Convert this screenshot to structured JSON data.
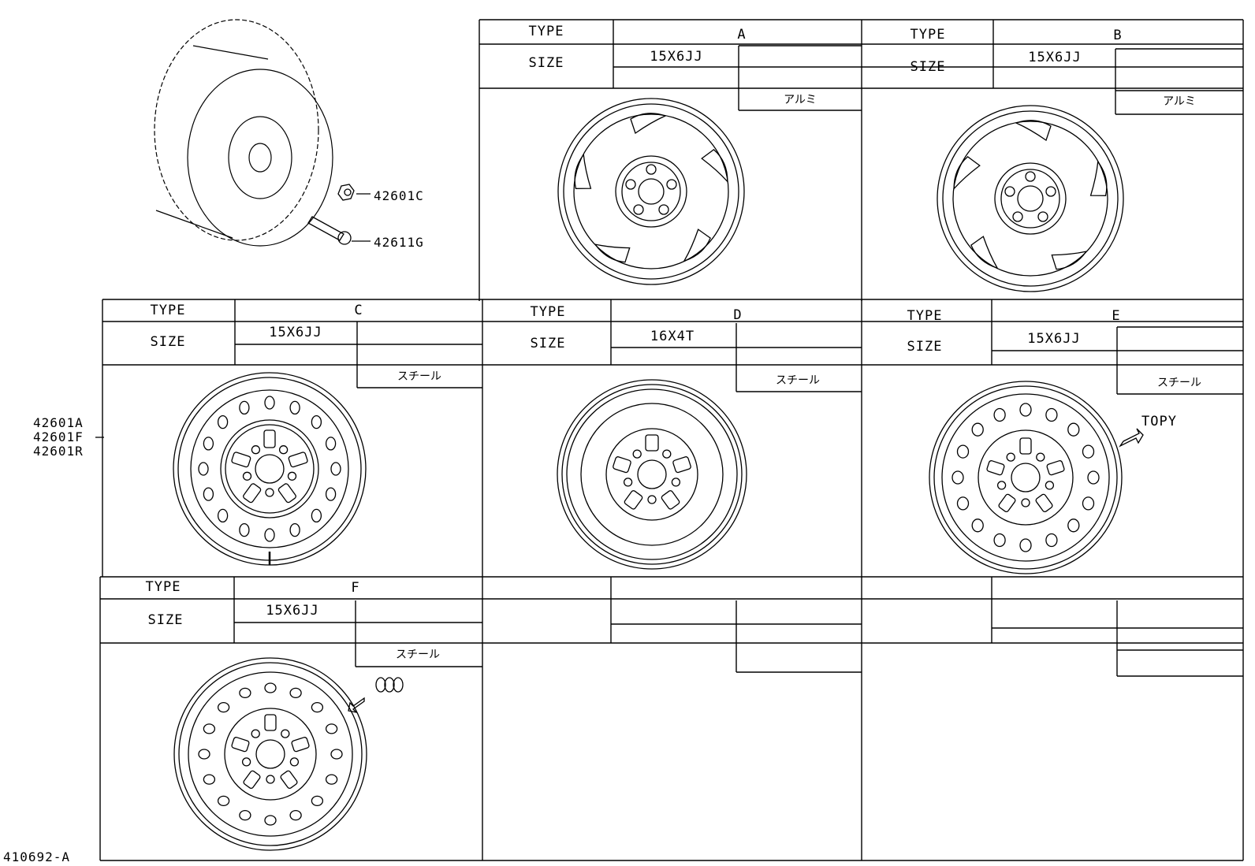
{
  "header": {
    "type_label": "TYPE",
    "size_label": "SIZE"
  },
  "parts": {
    "cap": "42601C",
    "valve": "42611G",
    "wheel_a": "42601A",
    "wheel_f": "42601F",
    "wheel_r": "42601R"
  },
  "wheels": [
    {
      "type": "A",
      "size": "15X6JJ",
      "material": "アルミ"
    },
    {
      "type": "B",
      "size": "15X6JJ",
      "material": "アルミ"
    },
    {
      "type": "C",
      "size": "15X6JJ",
      "material": "スチール"
    },
    {
      "type": "D",
      "size": "16X4T",
      "material": "スチール"
    },
    {
      "type": "E",
      "size": "15X6JJ",
      "material": "スチール",
      "note": "TOPY"
    },
    {
      "type": "F",
      "size": "15X6JJ",
      "material": "スチール"
    }
  ],
  "diagram_id": "410692-A"
}
